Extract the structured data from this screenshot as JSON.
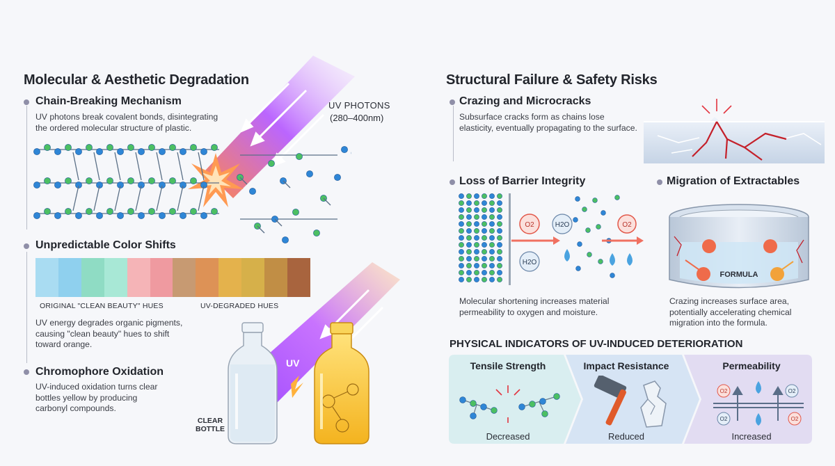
{
  "left": {
    "title": "Molecular & Aesthetic Degradation",
    "chain": {
      "heading": "Chain-Breaking Mechanism",
      "text_lines": [
        "UV photons break covalent bonds, disintegrating",
        "the ordered molecular structure of plastic."
      ]
    },
    "uv_label_1": "UV PHOTONS",
    "uv_label_2": "(280–400nm)",
    "color": {
      "heading": "Unpredictable Color Shifts",
      "original_label": "ORIGINAL \"CLEAN BEAUTY\" HUES",
      "degraded_label": "UV-DEGRADED HUES",
      "text_lines": [
        "UV energy degrades organic pigments,",
        "causing \"clean beauty\" hues to shift",
        "toward orange."
      ],
      "original_colors": [
        "#a9dcf2",
        "#8fd0ee",
        "#8fdcc4",
        "#a8e8d6",
        "#f5b4b7",
        "#ef9aa0"
      ],
      "degraded_colors": [
        "#c79a72",
        "#dd9256",
        "#e4b24c",
        "#d6b04a",
        "#c18e45",
        "#a8643e"
      ]
    },
    "chromo": {
      "heading": "Chromophore Oxidation",
      "text_lines": [
        "UV-induced oxidation turns clear",
        "bottles yellow by producing",
        "carbonyl compounds."
      ]
    },
    "uv_short": "UV",
    "bottle_label_1": "CLEAR",
    "bottle_label_2": "BOTTLE"
  },
  "right": {
    "title": "Structural Failure & Safety Risks",
    "craze": {
      "heading": "Crazing and Microcracks",
      "text_lines": [
        "Subsurface cracks form as chains lose",
        "elasticity, eventually propagating to the surface."
      ]
    },
    "barrier": {
      "heading": "Loss of Barrier Integrity",
      "text_lines": [
        "Molecular shortening increases material",
        "permeability to oxygen and moisture."
      ],
      "o2": "O2",
      "h2o": "H2O"
    },
    "migration": {
      "heading": "Migration of Extractables",
      "formula": "FORMULA",
      "text_lines": [
        "Crazing increases surface area,",
        "potentially accelerating chemical",
        "migration into the formula."
      ]
    },
    "indicators": {
      "title": "PHYSICAL INDICATORS OF UV-INDUCED DETERIORATION",
      "items": [
        {
          "name": "Tensile Strength",
          "value": "Decreased"
        },
        {
          "name": "Impact Resistance",
          "value": "Reduced"
        },
        {
          "name": "Permeability",
          "value": "Increased"
        }
      ]
    }
  },
  "colors": {
    "blue_atom": "#2f86d6",
    "green_atom": "#4cbf63",
    "uv_beam": "#b04cff",
    "bottle_yellow": "#f6c53a"
  }
}
